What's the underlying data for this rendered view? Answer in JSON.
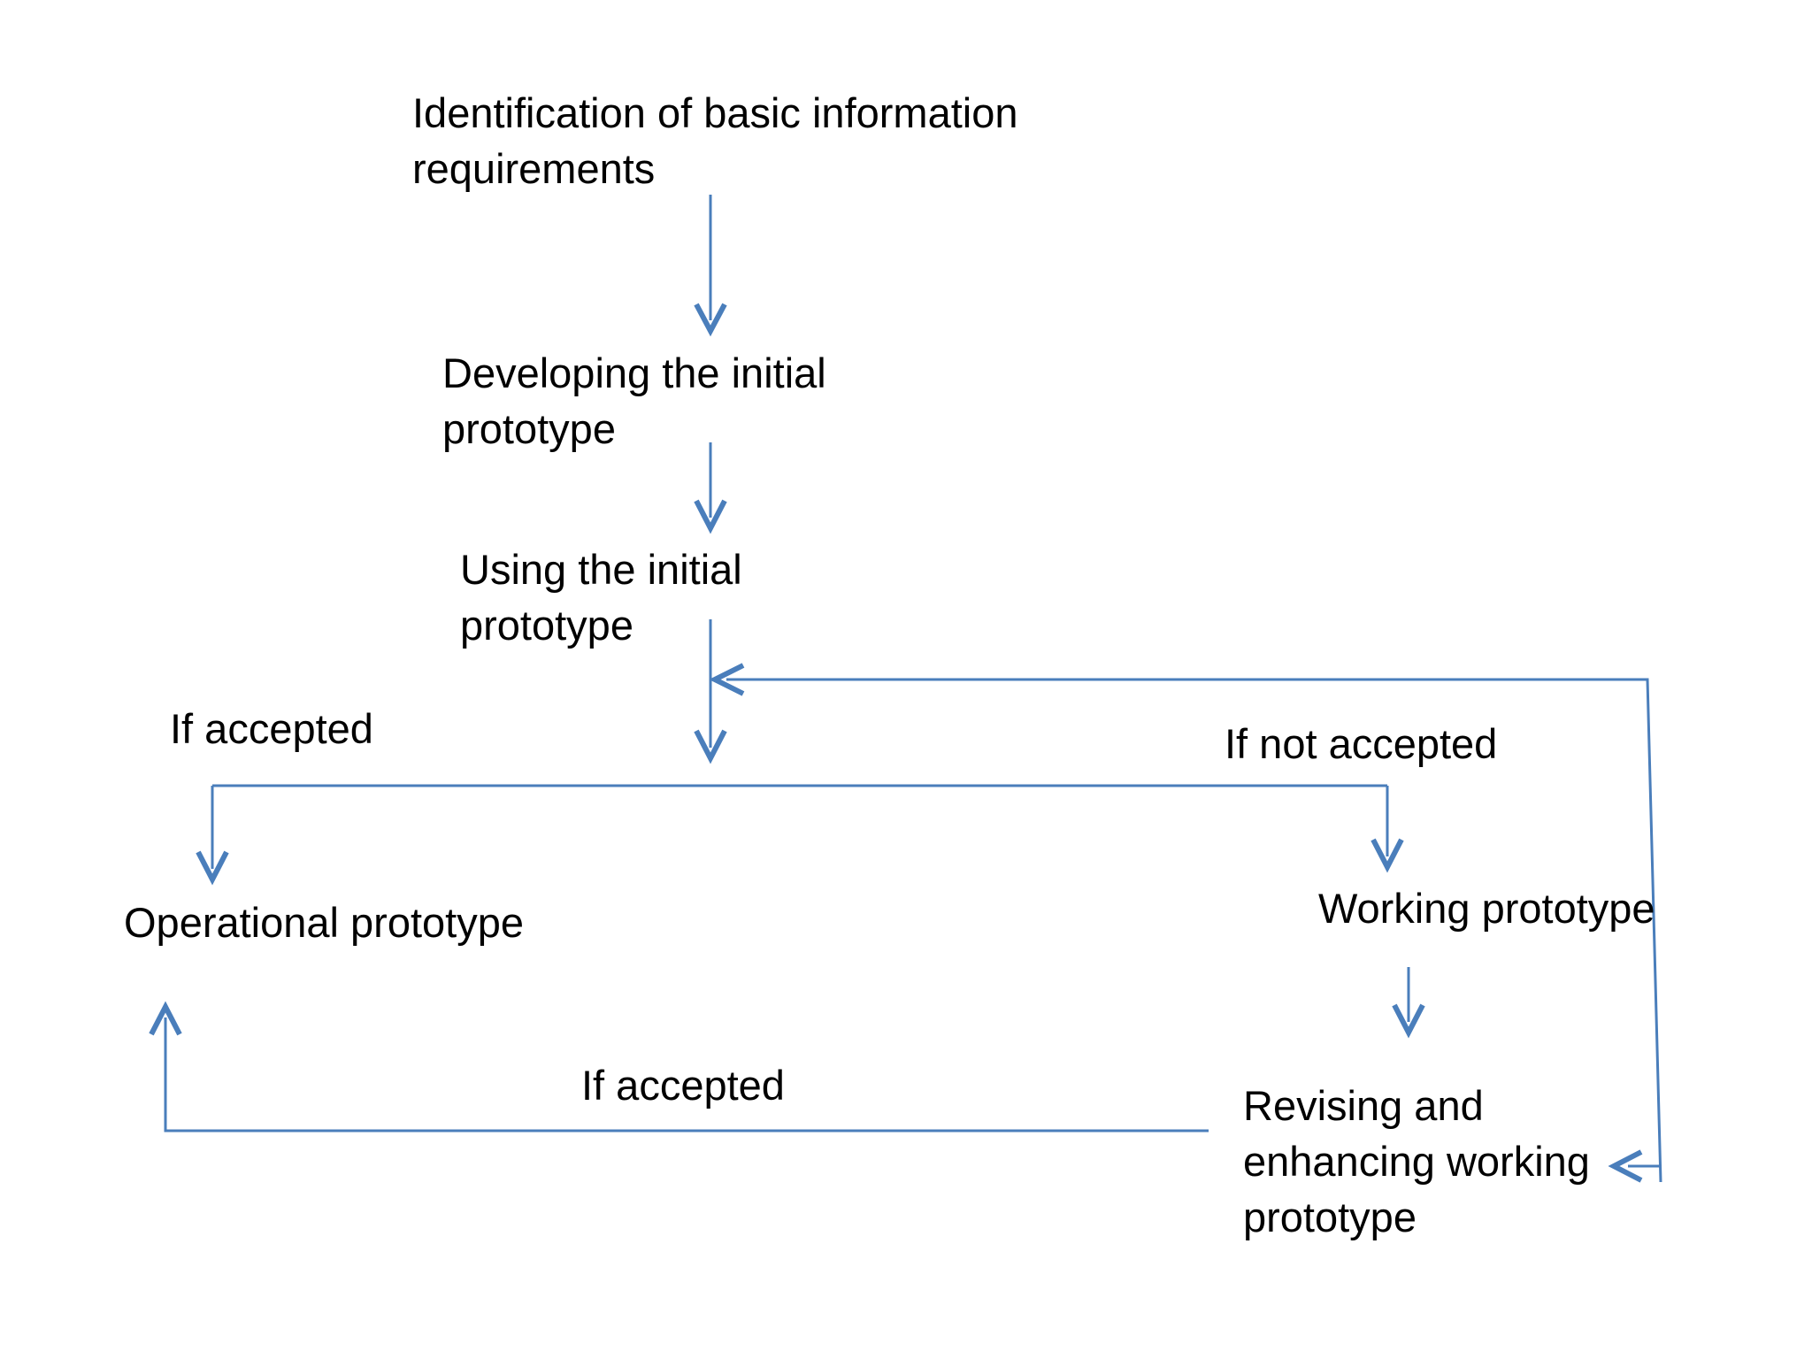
{
  "diagram": {
    "title": "Prototyping process flowchart",
    "background_color": "#ffffff",
    "text_color": "#000000",
    "edge_color": "#4a7ebb",
    "nodes": {
      "identification": "Identification of basic information requirements",
      "developing": "Developing the initial prototype",
      "using": "Using the initial prototype",
      "operational": "Operational prototype",
      "working": "Working prototype",
      "revising": "Revising and enhancing working prototype"
    },
    "edge_labels": {
      "if_accepted_top": "If accepted",
      "if_not_accepted": "If not accepted",
      "if_accepted_bottom": "If accepted"
    }
  }
}
